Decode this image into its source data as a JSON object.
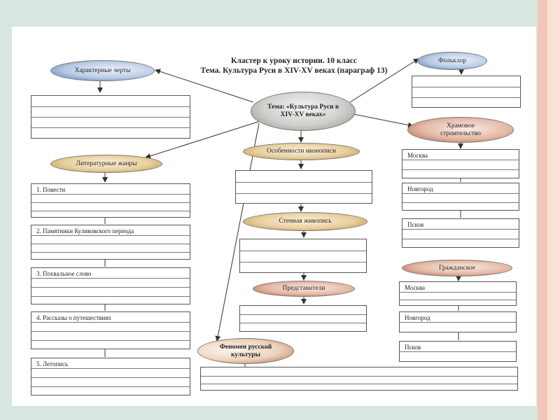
{
  "title": {
    "line1": "Кластер к уроку истории. 10 класс",
    "line2": "Тема. Культура Руси в XIV-XV веках (параграф 13)"
  },
  "center": {
    "text": "Тема: «Культура Руси в XIV-XV веках»"
  },
  "left": {
    "features": "Характерные черты",
    "genres": "Литературные жанры",
    "items": [
      "1. Повести",
      "2. Памятники Куликовского периода",
      "3. Похвальное слово",
      "4. Рассказы о путешествиях",
      "5. Летопись"
    ]
  },
  "middle": {
    "icons": "Особенности иконописи",
    "murals": "Стенная живопись",
    "representatives": "Представители"
  },
  "right": {
    "folklore": "Фольклор",
    "temple": "Храмовое строительство",
    "temple_items": [
      "Москва",
      "Новгород",
      "Псков"
    ],
    "civil": "Гражданское",
    "civil_items": [
      "Москва",
      "Новгород",
      "Псков"
    ]
  },
  "bottom": {
    "phenomenon": "Феномен русской культуры"
  },
  "colors": {
    "oval_blue": "#b7c9e4",
    "oval_gold": "#e8cf9e",
    "oval_red": "#e3b7a3"
  }
}
